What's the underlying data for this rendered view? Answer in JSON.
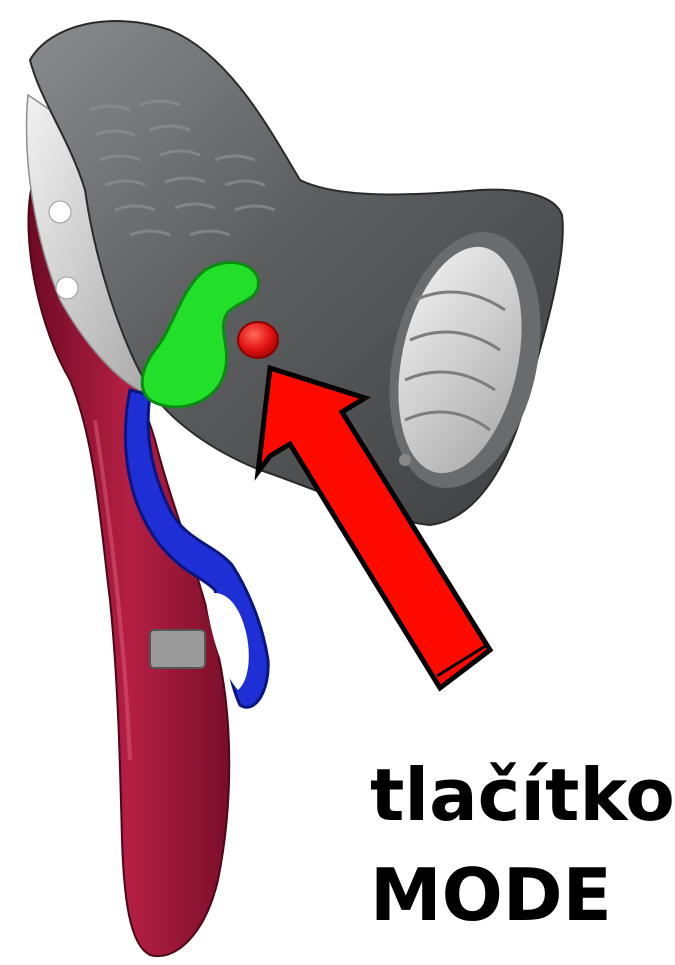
{
  "callout": {
    "line1": "tlačítko",
    "line2": "MODE"
  },
  "colors": {
    "hood": "#5f6062",
    "hood_inner": "#d8d8d8",
    "brake_lever": "#9b1535",
    "shift_lever": "#1f2fd6",
    "thumb_lever": "#22e02a",
    "mode_button": "#e01010",
    "arrow": "#ff0a00"
  },
  "icons": {
    "illustration": "bike-brake-shifter-illustration",
    "pointer": "pointer-arrow-icon"
  }
}
